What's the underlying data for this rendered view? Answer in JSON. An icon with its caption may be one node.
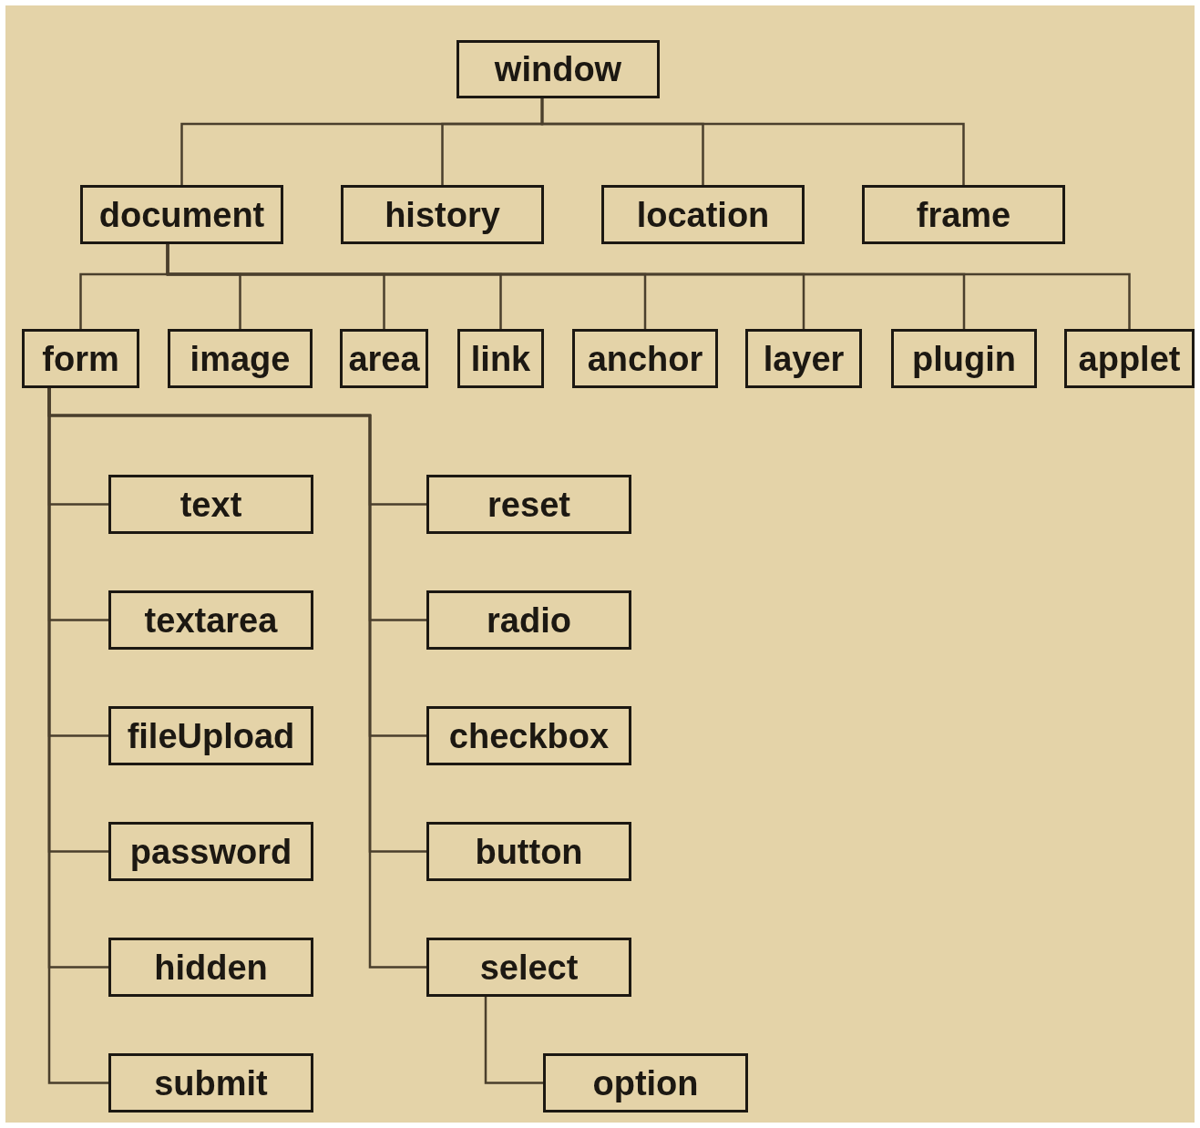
{
  "diagram": {
    "nodes": [
      {
        "text": [
          "window"
        ]
      },
      {
        "text": [
          "document"
        ]
      },
      {
        "text": [
          "history"
        ]
      },
      {
        "text": [
          "location"
        ]
      },
      {
        "text": [
          "frame"
        ]
      },
      {
        "text": [
          "form"
        ]
      },
      {
        "text": [
          "image"
        ]
      },
      {
        "text": [
          "area"
        ]
      },
      {
        "text": [
          "link"
        ]
      },
      {
        "text": [
          "anchor"
        ]
      },
      {
        "text": [
          "layer"
        ]
      },
      {
        "text": [
          "plugin"
        ]
      },
      {
        "text": [
          "applet"
        ]
      },
      {
        "text": [
          "text"
        ]
      },
      {
        "text": [
          "textarea"
        ]
      },
      {
        "text": [
          "fileUpload"
        ]
      },
      {
        "text": [
          "password"
        ]
      },
      {
        "text": [
          "hidden"
        ]
      },
      {
        "text": [
          "submit"
        ]
      },
      {
        "text": [
          "reset"
        ]
      },
      {
        "text": [
          "radio"
        ]
      },
      {
        "text": [
          "checkbox"
        ]
      },
      {
        "text": [
          "button"
        ]
      },
      {
        "text": [
          "select"
        ]
      },
      {
        "text": [
          "option"
        ]
      }
    ],
    "edges": [
      {
        "from": 0,
        "to": 1,
        "arrow": "none"
      },
      {
        "from": 0,
        "to": 2,
        "arrow": "none"
      },
      {
        "from": 0,
        "to": 3,
        "arrow": "none"
      },
      {
        "from": 0,
        "to": 4,
        "arrow": "none"
      },
      {
        "from": 1,
        "to": 5,
        "arrow": "none"
      },
      {
        "from": 1,
        "to": 6,
        "arrow": "none"
      },
      {
        "from": 1,
        "to": 7,
        "arrow": "none"
      },
      {
        "from": 1,
        "to": 8,
        "arrow": "none"
      },
      {
        "from": 1,
        "to": 9,
        "arrow": "none"
      },
      {
        "from": 1,
        "to": 10,
        "arrow": "none"
      },
      {
        "from": 1,
        "to": 11,
        "arrow": "none"
      },
      {
        "from": 1,
        "to": 12,
        "arrow": "none"
      },
      {
        "from": 5,
        "to": 13,
        "arrow": "none"
      },
      {
        "from": 5,
        "to": 14,
        "arrow": "none"
      },
      {
        "from": 5,
        "to": 15,
        "arrow": "none"
      },
      {
        "from": 5,
        "to": 16,
        "arrow": "none"
      },
      {
        "from": 5,
        "to": 17,
        "arrow": "none"
      },
      {
        "from": 5,
        "to": 18,
        "arrow": "none"
      },
      {
        "from": 5,
        "to": 19,
        "arrow": "none"
      },
      {
        "from": 5,
        "to": 20,
        "arrow": "none"
      },
      {
        "from": 5,
        "to": 21,
        "arrow": "none"
      },
      {
        "from": 5,
        "to": 22,
        "arrow": "none"
      },
      {
        "from": 5,
        "to": 23,
        "arrow": "none"
      },
      {
        "from": 23,
        "to": 24,
        "arrow": "none"
      }
    ]
  }
}
